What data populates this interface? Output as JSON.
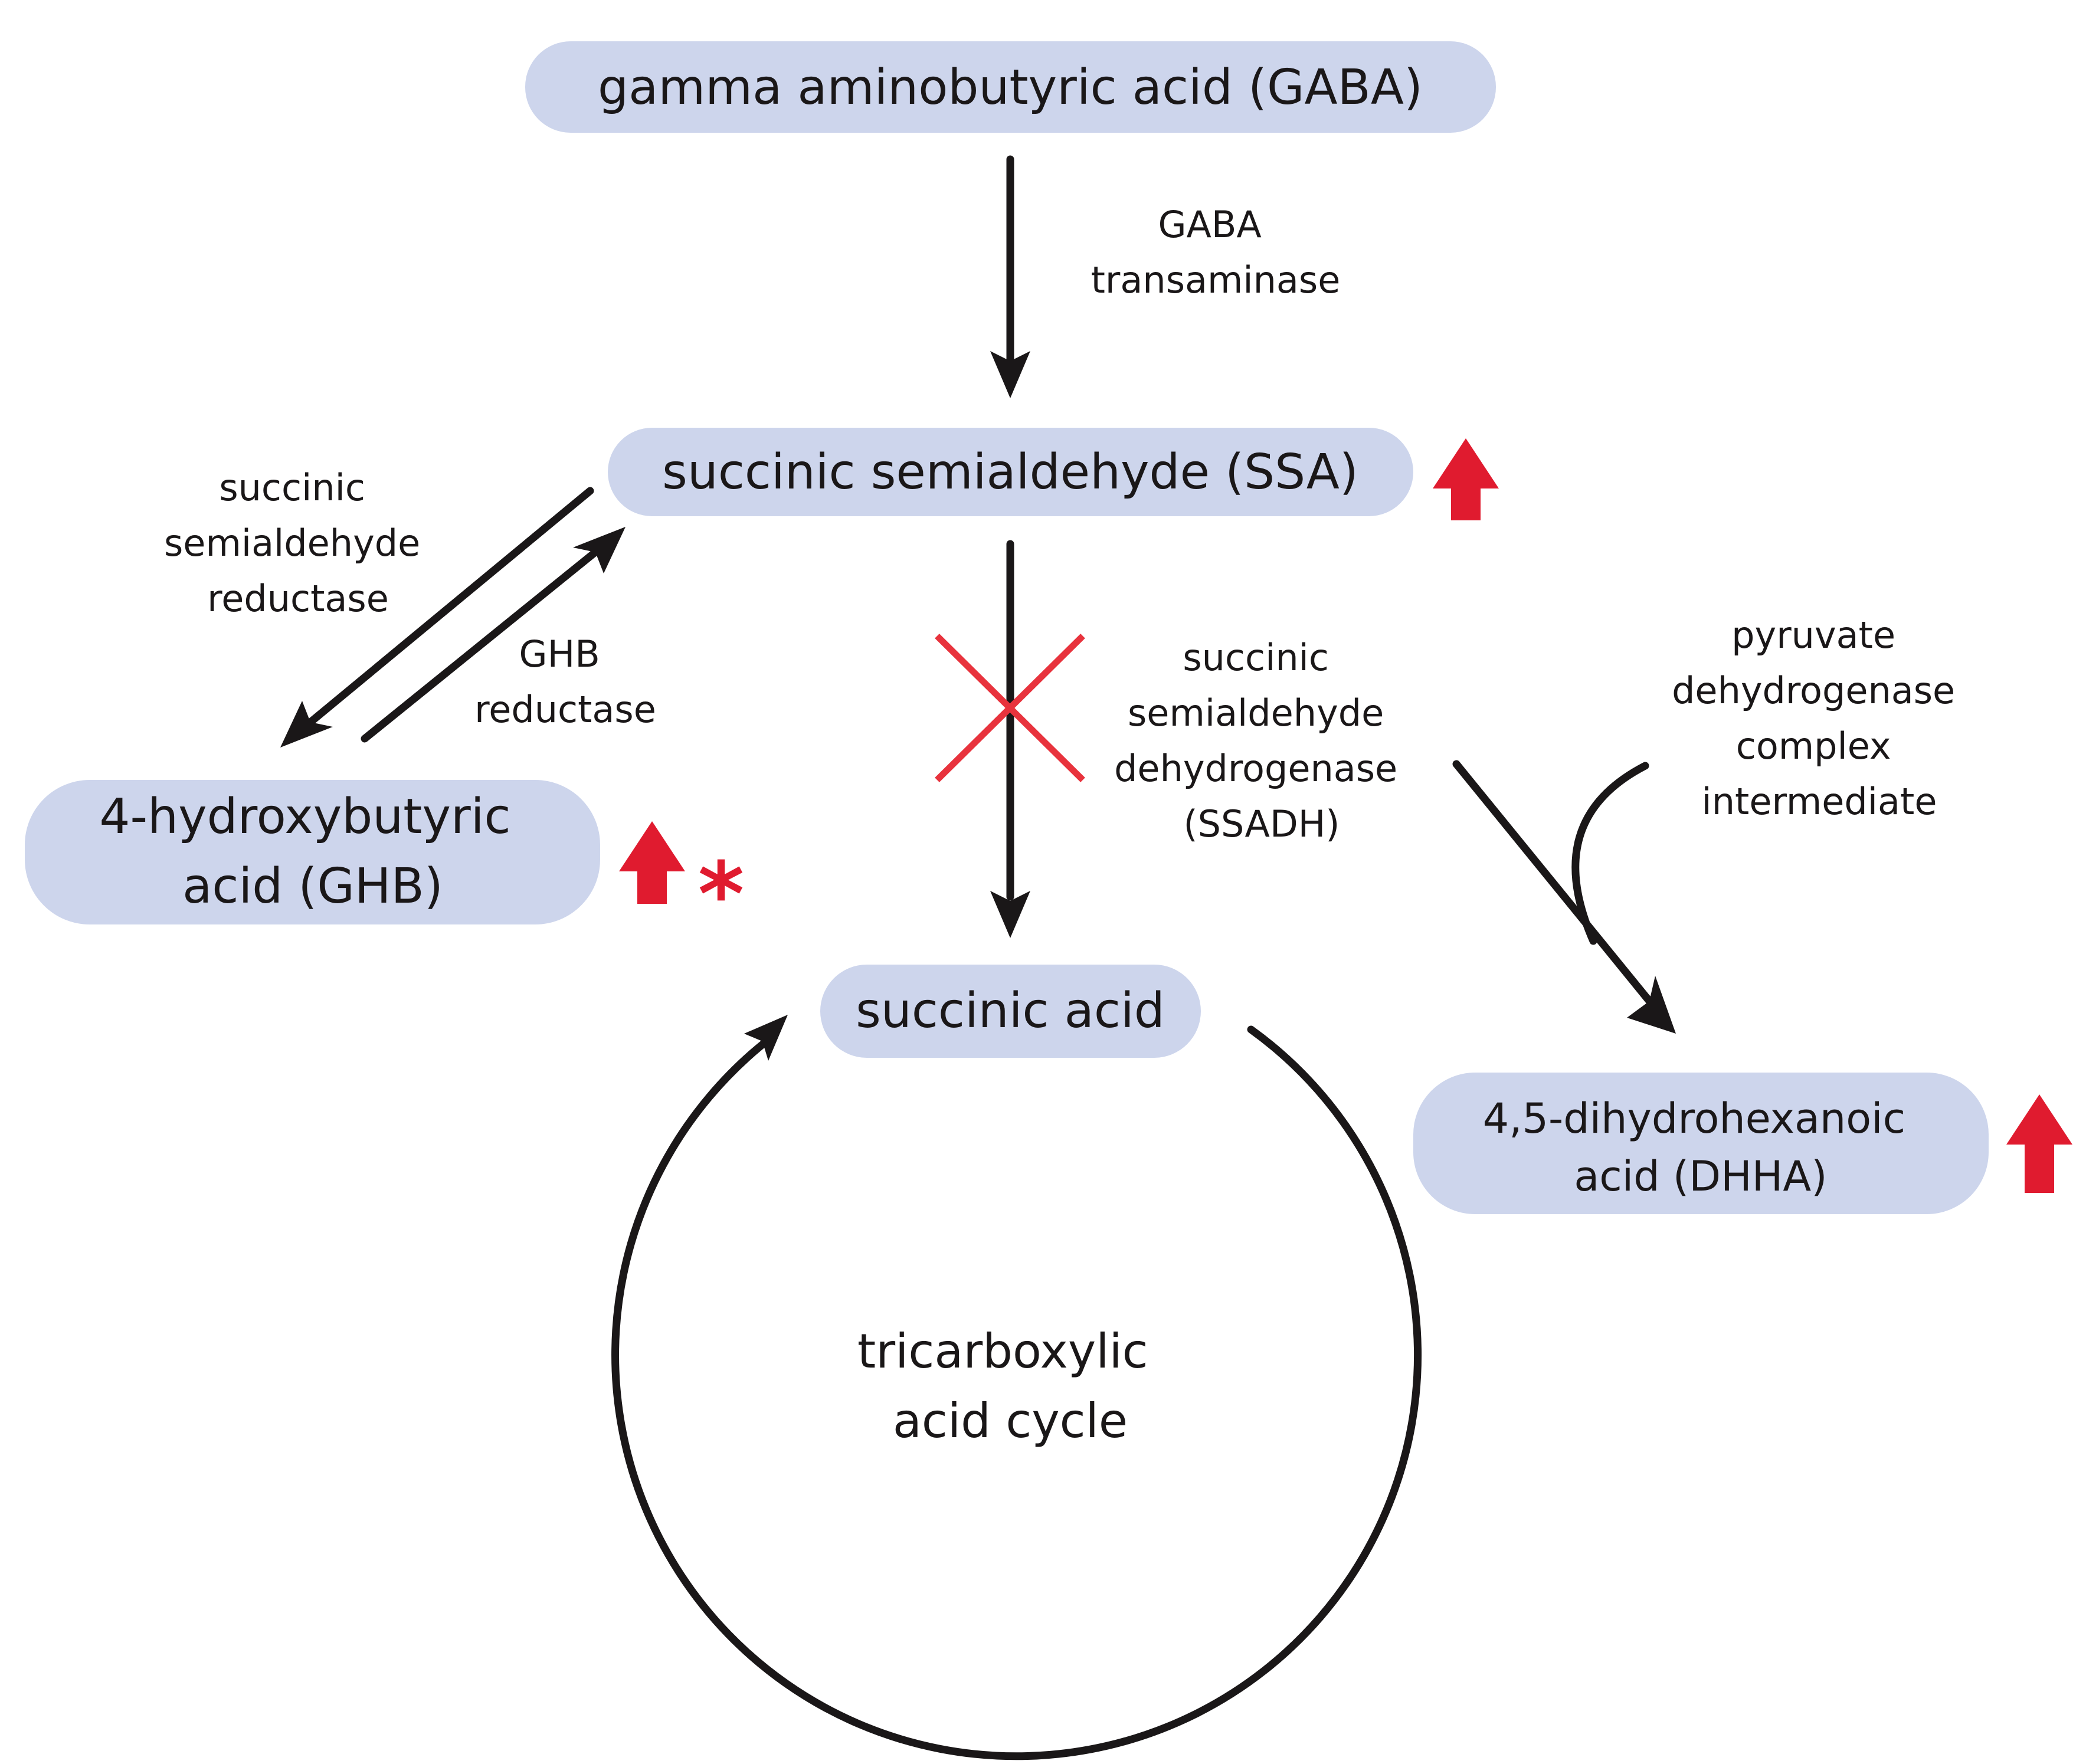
{
  "nodes": {
    "gaba": [
      "gamma aminobutyric acid (GABA)"
    ],
    "ssa": [
      "succinic semialdehyde (SSA)"
    ],
    "ghb": [
      "4-hydroxybutyric",
      "acid (GHB)"
    ],
    "succinic": [
      "succinic acid"
    ],
    "dhha": [
      "4,5-dihydrohexanoic",
      "acid (DHHA)"
    ],
    "cycle": [
      "tricarboxylic",
      "acid cycle"
    ]
  },
  "enzymes": {
    "gaba_transaminase": [
      "GABA",
      "transaminase"
    ],
    "ssa_reductase": [
      "succinic",
      "semialdehyde",
      "reductase"
    ],
    "ghb_reductase": [
      "GHB",
      "reductase"
    ],
    "ssadh": [
      "succinic",
      "semialdehyde",
      "dehydrogenase",
      "(SSADH)"
    ],
    "pdh_intermediate": [
      "pyruvate",
      "dehydrogenase",
      "complex",
      "intermediate"
    ]
  },
  "markers": {
    "asterisk": "*"
  },
  "colors": {
    "node_fill": "#cdd5ec",
    "text": "#1a1718",
    "increase_arrow": "#e01b2f",
    "block_cross": "#e8333d"
  }
}
